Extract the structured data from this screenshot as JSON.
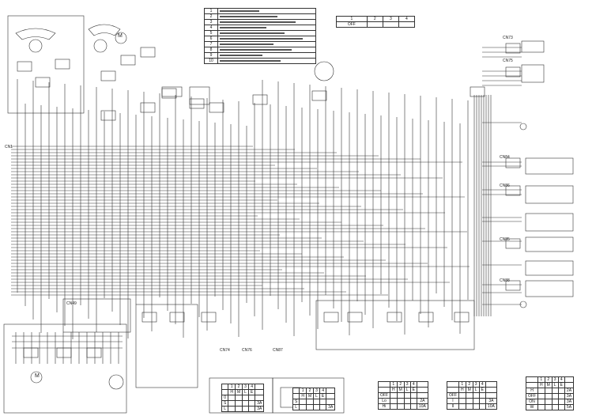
{
  "connectors": {
    "cn1": "CN1",
    "cn73": "CN73",
    "cn75": "CN75",
    "cn84": "CN84",
    "cn86": "CN86",
    "cn85": "CN85",
    "cn88": "CN88",
    "cn74": "CN74",
    "cn76": "CN76",
    "cn87": "CN87",
    "cn49": "CN49"
  },
  "legend_table": {
    "numbers": [
      "1",
      "2",
      "3",
      "4",
      "5",
      "6",
      "7",
      "8",
      "9",
      "10"
    ]
  },
  "switch_tables": [
    {
      "header": [
        "1",
        "2",
        "3",
        "4"
      ],
      "sub": [
        "H",
        "M",
        "L",
        "E"
      ],
      "rows": [
        [
          "OFF",
          ""
        ],
        [
          "Lo",
          "2A"
        ],
        [
          "Hi",
          "10A"
        ]
      ]
    },
    {
      "header": [
        "1",
        "2",
        "3",
        "4"
      ],
      "sub": [
        "H",
        "M",
        "L",
        "E"
      ],
      "rows": [
        [
          "OFF",
          ""
        ],
        [
          "I",
          "3A"
        ],
        [
          "II",
          "10A"
        ]
      ]
    },
    {
      "header": [
        "1",
        "2",
        "3",
        "4"
      ],
      "sub": [
        "H",
        "M",
        "L",
        "E"
      ],
      "rows": [
        [
          "H",
          "2A"
        ],
        [
          "OFF",
          "3A"
        ],
        [
          "ON",
          "3A"
        ],
        [
          "W",
          "5A"
        ]
      ]
    },
    {
      "header": [
        "1",
        "2",
        "3",
        "4"
      ],
      "sub": [
        "H",
        "M",
        "L",
        "E"
      ],
      "rows": [
        [
          "0",
          ""
        ],
        [
          "S",
          "3A"
        ],
        [
          "L",
          "3A"
        ]
      ]
    },
    {
      "header": [
        "1",
        "2",
        "3",
        "4"
      ],
      "sub": [
        "H",
        "M",
        "L",
        "E"
      ],
      "rows": [
        [
          "S",
          ""
        ],
        [
          "L",
          "3A"
        ]
      ]
    }
  ],
  "misc": {
    "motor": "M",
    "off": "OFF"
  }
}
